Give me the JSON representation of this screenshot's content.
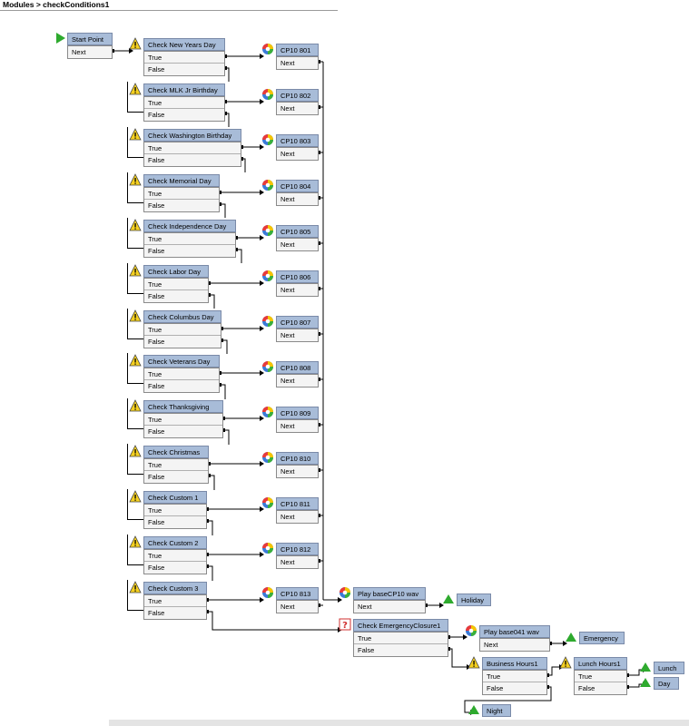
{
  "breadcrumb": "Modules > checkConditions1",
  "start": {
    "label": "Start Point",
    "out": "Next"
  },
  "checks": [
    {
      "label": "Check New Years Day"
    },
    {
      "label": "Check MLK Jr Birthday"
    },
    {
      "label": "Check Washington Birthday"
    },
    {
      "label": "Check Memorial Day"
    },
    {
      "label": "Check Independence Day"
    },
    {
      "label": "Check Labor Day"
    },
    {
      "label": "Check Columbus Day"
    },
    {
      "label": "Check Veterans Day"
    },
    {
      "label": "Check Thanksgiving"
    },
    {
      "label": "Check Christmas"
    },
    {
      "label": "Check Custom 1"
    },
    {
      "label": "Check Custom 2"
    },
    {
      "label": "Check Custom 3"
    }
  ],
  "true_label": "True",
  "false_label": "False",
  "next_label": "Next",
  "prompts": [
    {
      "label": "CP10 801"
    },
    {
      "label": "CP10 802"
    },
    {
      "label": "CP10 803"
    },
    {
      "label": "CP10 804"
    },
    {
      "label": "CP10 805"
    },
    {
      "label": "CP10 806"
    },
    {
      "label": "CP10 807"
    },
    {
      "label": "CP10 808"
    },
    {
      "label": "CP10 809"
    },
    {
      "label": "CP10 810"
    },
    {
      "label": "CP10 811"
    },
    {
      "label": "CP10 812"
    },
    {
      "label": "CP10 813"
    }
  ],
  "play_holiday": "Play baseCP10 wav",
  "holiday_exit": "Holiday",
  "emergency_check": "Check EmergencyClosure1",
  "play_emergency": "Play base041 wav",
  "emergency_exit": "Emergency",
  "business_hours": "Business Hours1",
  "lunch_hours": "Lunch Hours1",
  "lunch_exit": "Lunch",
  "day_exit": "Day",
  "night_exit": "Night",
  "colors": {
    "title_bg": "#a8bcd8",
    "start_green": "#2eaa2e",
    "warning_yellow": "#f5d020",
    "question_red": "#d03030"
  }
}
